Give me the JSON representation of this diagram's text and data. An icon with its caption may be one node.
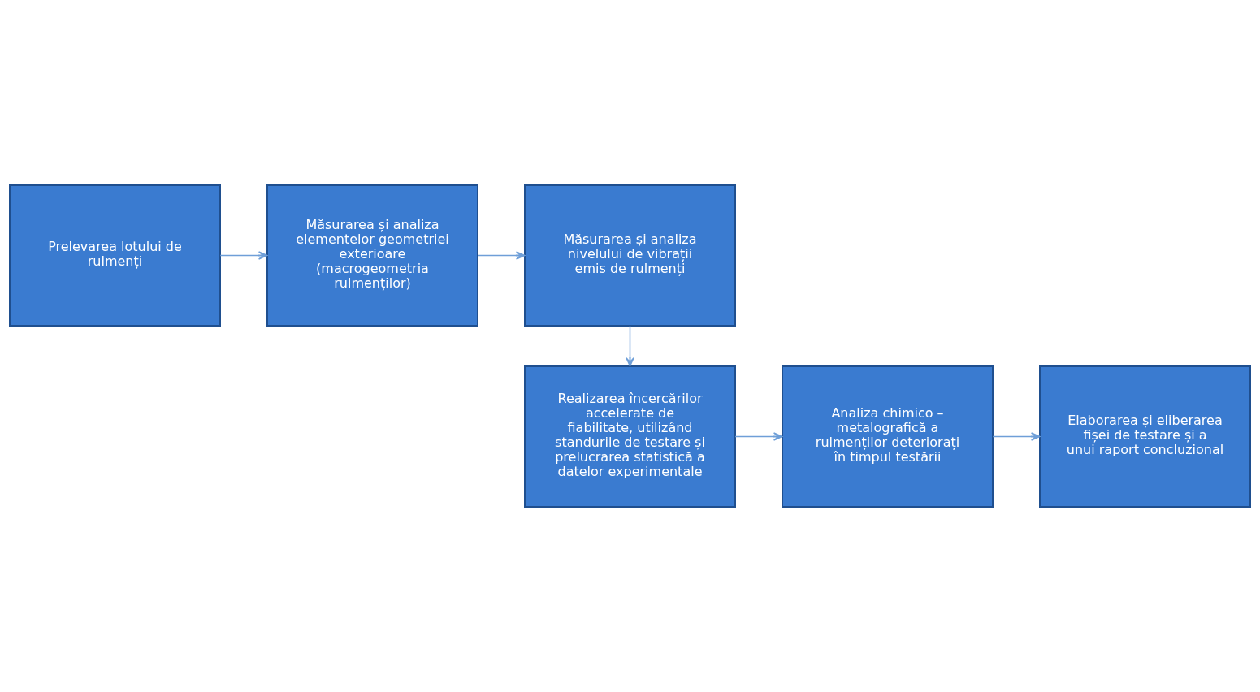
{
  "diagram": {
    "nodes": [
      {
        "text": [
          "Prelevarea lotului de rulmenți"
        ]
      },
      {
        "text": [
          "Măsurarea și analiza elementelor geometriei exterioare (macrogeometria rulmenților)"
        ]
      },
      {
        "text": [
          "Măsurarea și analiza nivelului de vibrații emis de rulmenți"
        ]
      },
      {
        "text": [
          "Realizarea încercărilor accelerate de fiabilitate, utilizând standurile de testare și prelucrarea statistică a datelor experimentale"
        ]
      },
      {
        "text": [
          "Analiza chimico – metalografică a rulmenților deteriorați în timpul testării"
        ]
      },
      {
        "text": [
          "Elaborarea și eliberarea fișei de testare și a unui raport concluzional"
        ]
      }
    ],
    "edges": [
      {
        "from": 0,
        "to": 1,
        "arrow": "to"
      },
      {
        "from": 1,
        "to": 2,
        "arrow": "to"
      },
      {
        "from": 2,
        "to": 3,
        "arrow": "to"
      },
      {
        "from": 3,
        "to": 4,
        "arrow": "to"
      },
      {
        "from": 4,
        "to": 5,
        "arrow": "to"
      }
    ]
  }
}
